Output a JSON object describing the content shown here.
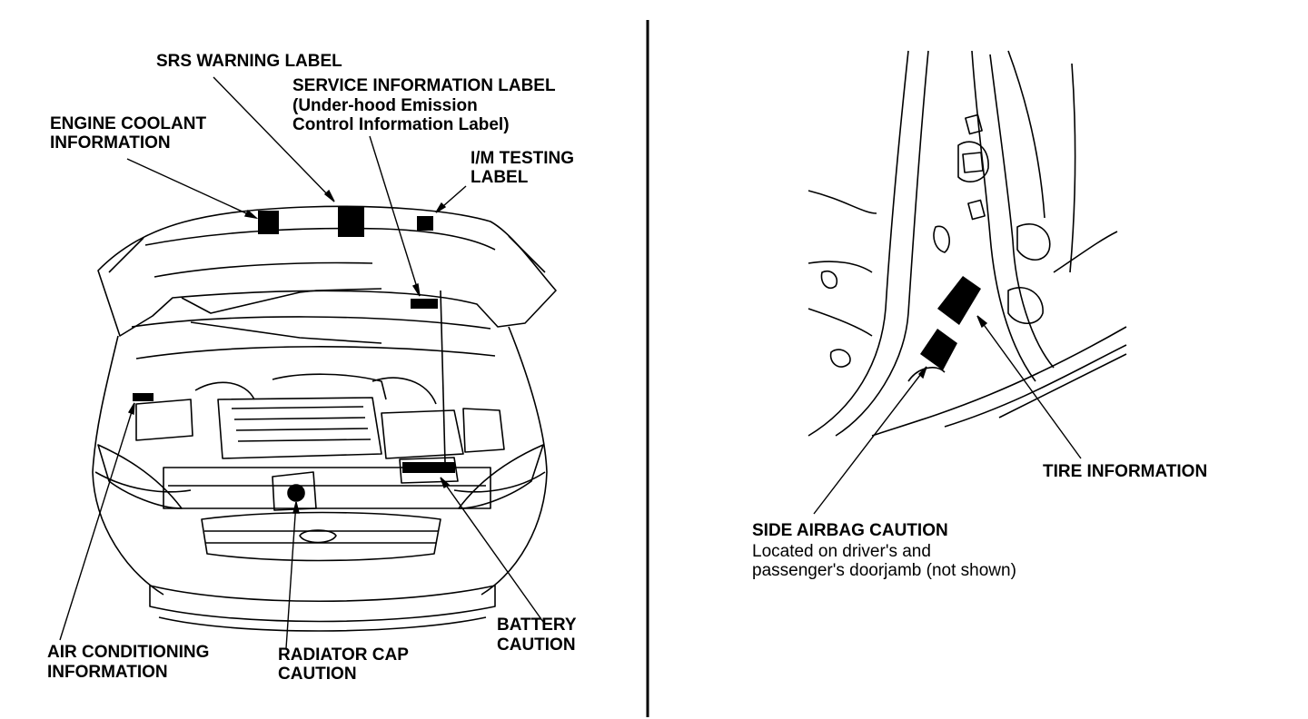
{
  "left_labels": {
    "srs_warning": "SRS WARNING LABEL",
    "service_info": "SERVICE INFORMATION LABEL",
    "service_info_sub1": "(Under-hood Emission",
    "service_info_sub2": "Control Information Label)",
    "engine_coolant_1": "ENGINE COOLANT",
    "engine_coolant_2": "INFORMATION",
    "im_testing_1": "I/M TESTING",
    "im_testing_2": "LABEL",
    "air_conditioning_1": "AIR CONDITIONING",
    "air_conditioning_2": "INFORMATION",
    "radiator_cap_1": "RADIATOR CAP",
    "radiator_cap_2": "CAUTION",
    "battery_1": "BATTERY",
    "battery_2": "CAUTION"
  },
  "right_labels": {
    "tire_info": "TIRE INFORMATION",
    "side_airbag": "SIDE AIRBAG CAUTION",
    "side_airbag_note_1": "Located on driver's and",
    "side_airbag_note_2": "passenger's doorjamb (not shown)"
  }
}
